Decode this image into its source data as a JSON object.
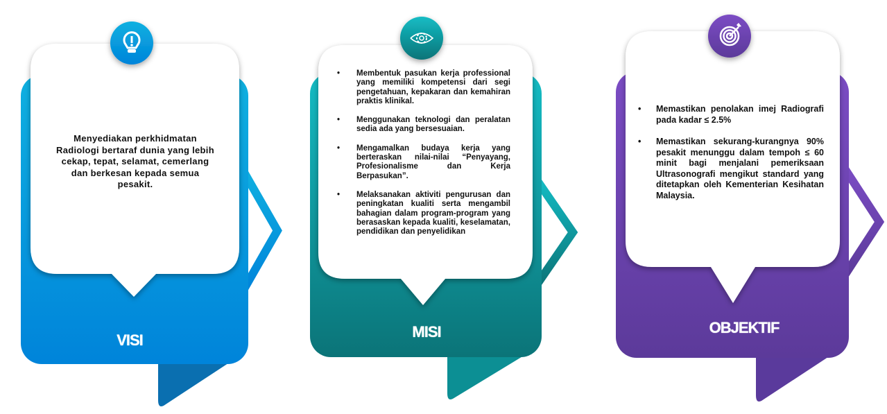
{
  "cards": [
    {
      "title": "VISI",
      "icon": "lightbulb-icon",
      "colors": {
        "top": "#0fb0e0",
        "bottom": "#0084da",
        "tail": "#0a6fb0"
      },
      "text": "Menyediakan perkhidmatan Radiologi bertaraf dunia yang lebih cekap, tepat, selamat, cemerlang dan berkesan kepada semua pesakit."
    },
    {
      "title": "MISI",
      "icon": "eye-gear-icon",
      "colors": {
        "top": "#14bcc4",
        "bottom": "#0b7478",
        "tail": "#0c8f94"
      },
      "items": [
        "Membentuk pasukan kerja professional yang memiliki kompetensi dari segi pengetahuan, kepakaran dan kemahiran praktis klinikal.",
        "Menggunakan teknologi dan peralatan sedia ada yang bersesuaian.",
        "Mengamalkan budaya kerja yang berteraskan nilai-nilai “Penyayang, Profesionalisme dan Kerja Berpasukan”.",
        "Melaksanakan aktiviti pengurusan dan peningkatan kualiti serta mengambil bahagian dalam program-program yang berasaskan kepada kualiti, keselamatan, pendidikan dan penyelidikan"
      ]
    },
    {
      "title": "OBJEKTIF",
      "icon": "target-icon",
      "colors": {
        "top": "#7b4cc4",
        "bottom": "#5c3a9a",
        "tail": "#5a3a9c"
      },
      "items": [
        "Memastikan penolakan imej Radiografi pada kadar ≤ 2.5%",
        "Memastikan sekurang-kurangnya 90% pesakit menunggu dalam tempoh ≤ 60 minit bagi menjalani pemeriksaan Ultrasonografi mengikut standard yang ditetapkan oleh Kementerian Kesihatan Malaysia."
      ]
    }
  ]
}
